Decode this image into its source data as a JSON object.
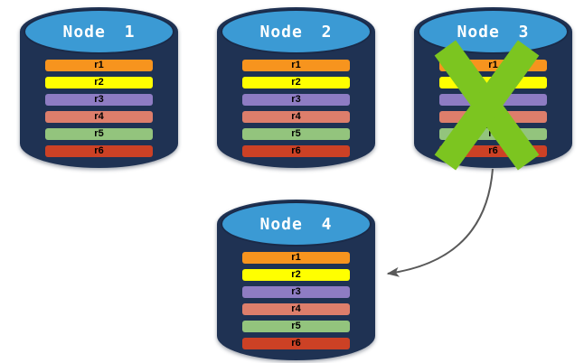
{
  "colors": {
    "cylinder_body": "#1F3253",
    "cylinder_top": "#3B9AD4",
    "cylinder_top_border": "#1A2A48",
    "title_text": "#FFFFFF",
    "row_text": "#000000",
    "failure_x": "#7CC520",
    "arrow": "#595959"
  },
  "row_colors": [
    "#F7941E",
    "#FFFF00",
    "#8E7CC3",
    "#DD7E6B",
    "#93C47D",
    "#CC4125"
  ],
  "nodes": [
    {
      "title": "Node 1",
      "rows": [
        "r1",
        "r2",
        "r3",
        "r4",
        "r5",
        "r6"
      ]
    },
    {
      "title": "Node 2",
      "rows": [
        "r1",
        "r2",
        "r3",
        "r4",
        "r5",
        "r6"
      ]
    },
    {
      "title": "Node 3",
      "rows": [
        "r1",
        "r2",
        "r3",
        "r4",
        "r5",
        "r6"
      ],
      "status": "failed"
    },
    {
      "title": "Node 4",
      "rows": [
        "r1",
        "r2",
        "r3",
        "r4",
        "r5",
        "r6"
      ]
    }
  ],
  "arrow": {
    "from": "Node 3",
    "to": "Node 4"
  }
}
